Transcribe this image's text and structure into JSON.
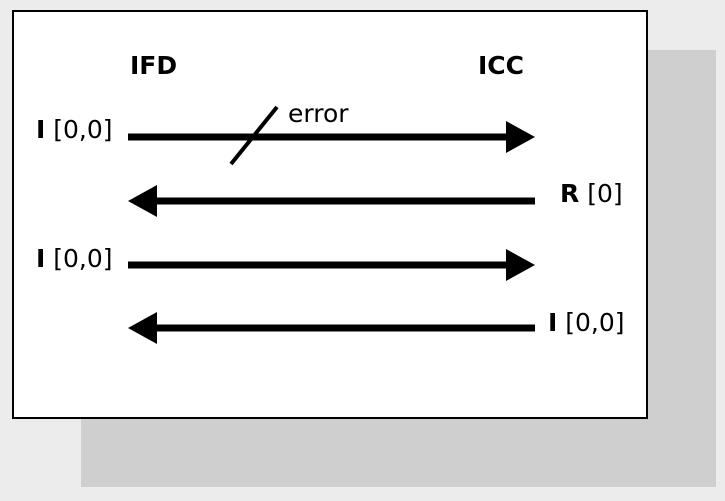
{
  "diagram": {
    "left_header": "IFD",
    "right_header": "ICC",
    "error_label": "error",
    "messages": [
      {
        "label_prefix": "I",
        "label_suffix": " [0,0]",
        "side": "left",
        "direction": "to-right"
      },
      {
        "label_prefix": "R",
        "label_suffix": " [0]",
        "side": "right",
        "direction": "to-left"
      },
      {
        "label_prefix": "I",
        "label_suffix": " [0,0]",
        "side": "left",
        "direction": "to-right"
      },
      {
        "label_prefix": "I",
        "label_suffix": " [0,0]",
        "side": "right",
        "direction": "to-left"
      }
    ]
  }
}
